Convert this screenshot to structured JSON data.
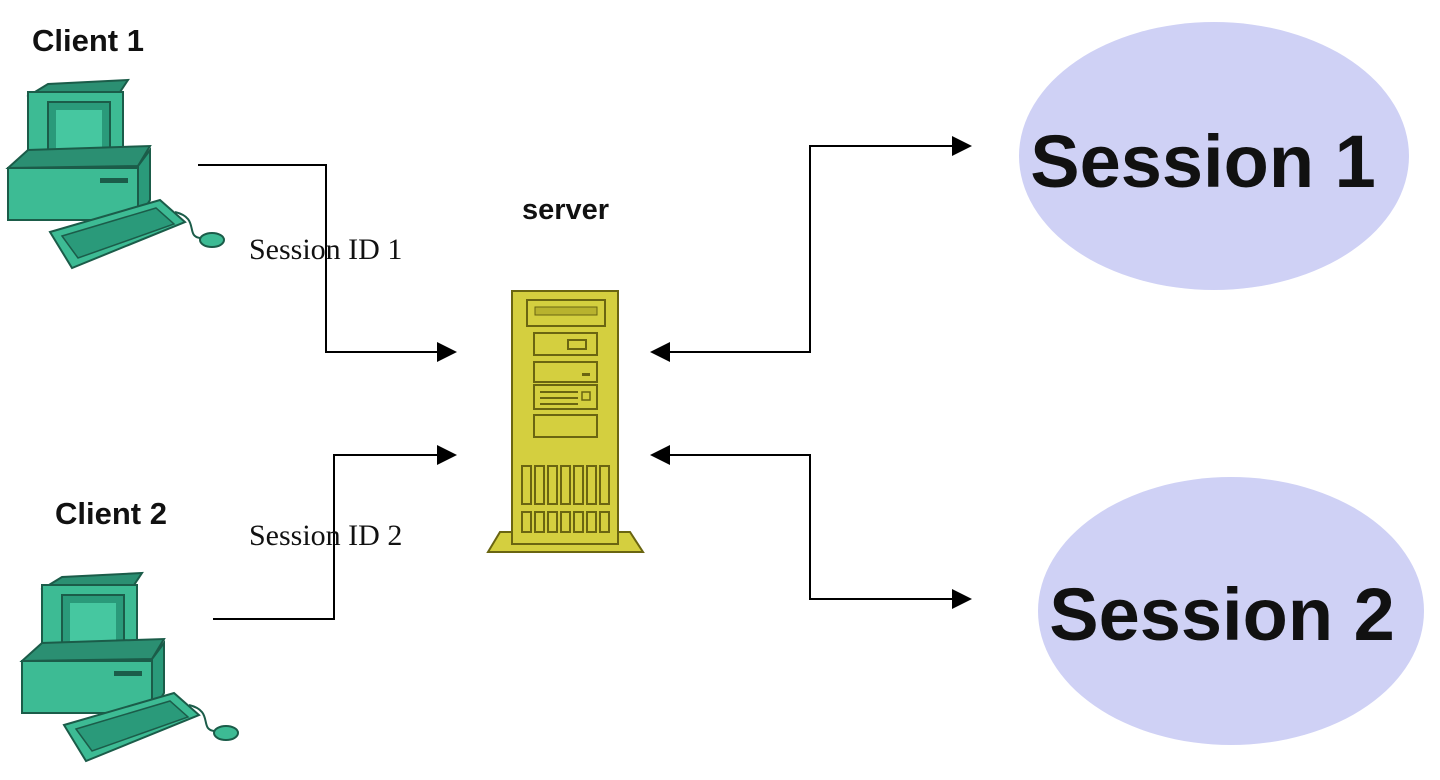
{
  "clients": [
    {
      "label": "Client 1",
      "session_id_label": "Session ID 1"
    },
    {
      "label": "Client 2",
      "session_id_label": "Session ID 2"
    }
  ],
  "server": {
    "label": "server"
  },
  "sessions": [
    {
      "label": "Session 1"
    },
    {
      "label": "Session 2"
    }
  ],
  "colors": {
    "computer_fill": "#3dbb94",
    "server_fill": "#d4cf3f",
    "session_fill": "#cfd1f5",
    "line": "#000000"
  },
  "icons": [
    "desktop-computer-icon",
    "server-tower-icon"
  ]
}
